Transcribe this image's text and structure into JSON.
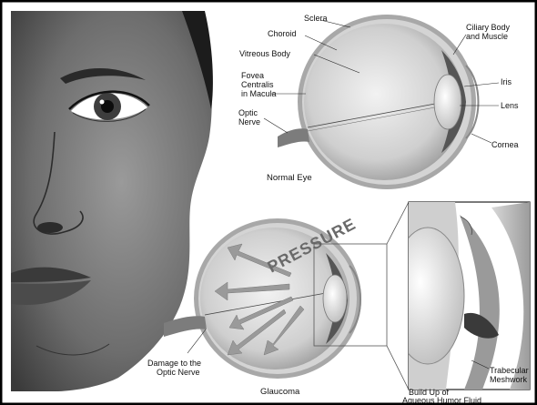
{
  "normal_eye": {
    "caption": "Normal Eye",
    "labels": {
      "sclera": "Sclera",
      "choroid": "Choroid",
      "vitreous_body": "Vitreous Body",
      "fovea_line1": "Fovea",
      "fovea_line2": "Centralis",
      "fovea_line3": "in Macula",
      "optic_nerve_line1": "Optic",
      "optic_nerve_line2": "Nerve",
      "ciliary_line1": "Ciliary Body",
      "ciliary_line2": "and Muscle",
      "iris": "Iris",
      "lens": "Lens",
      "cornea": "Cornea"
    }
  },
  "glaucoma_eye": {
    "caption": "Glaucoma",
    "pressure_text": "PRESSURE",
    "labels": {
      "damage_line1": "Damage to the",
      "damage_line2": "Optic Nerve"
    }
  },
  "detail": {
    "caption_line1": "Build Up of",
    "caption_line2": "Aqueous Humor Fluid",
    "trabecular_line1": "Trabecular",
    "trabecular_line2": "Meshwork"
  }
}
